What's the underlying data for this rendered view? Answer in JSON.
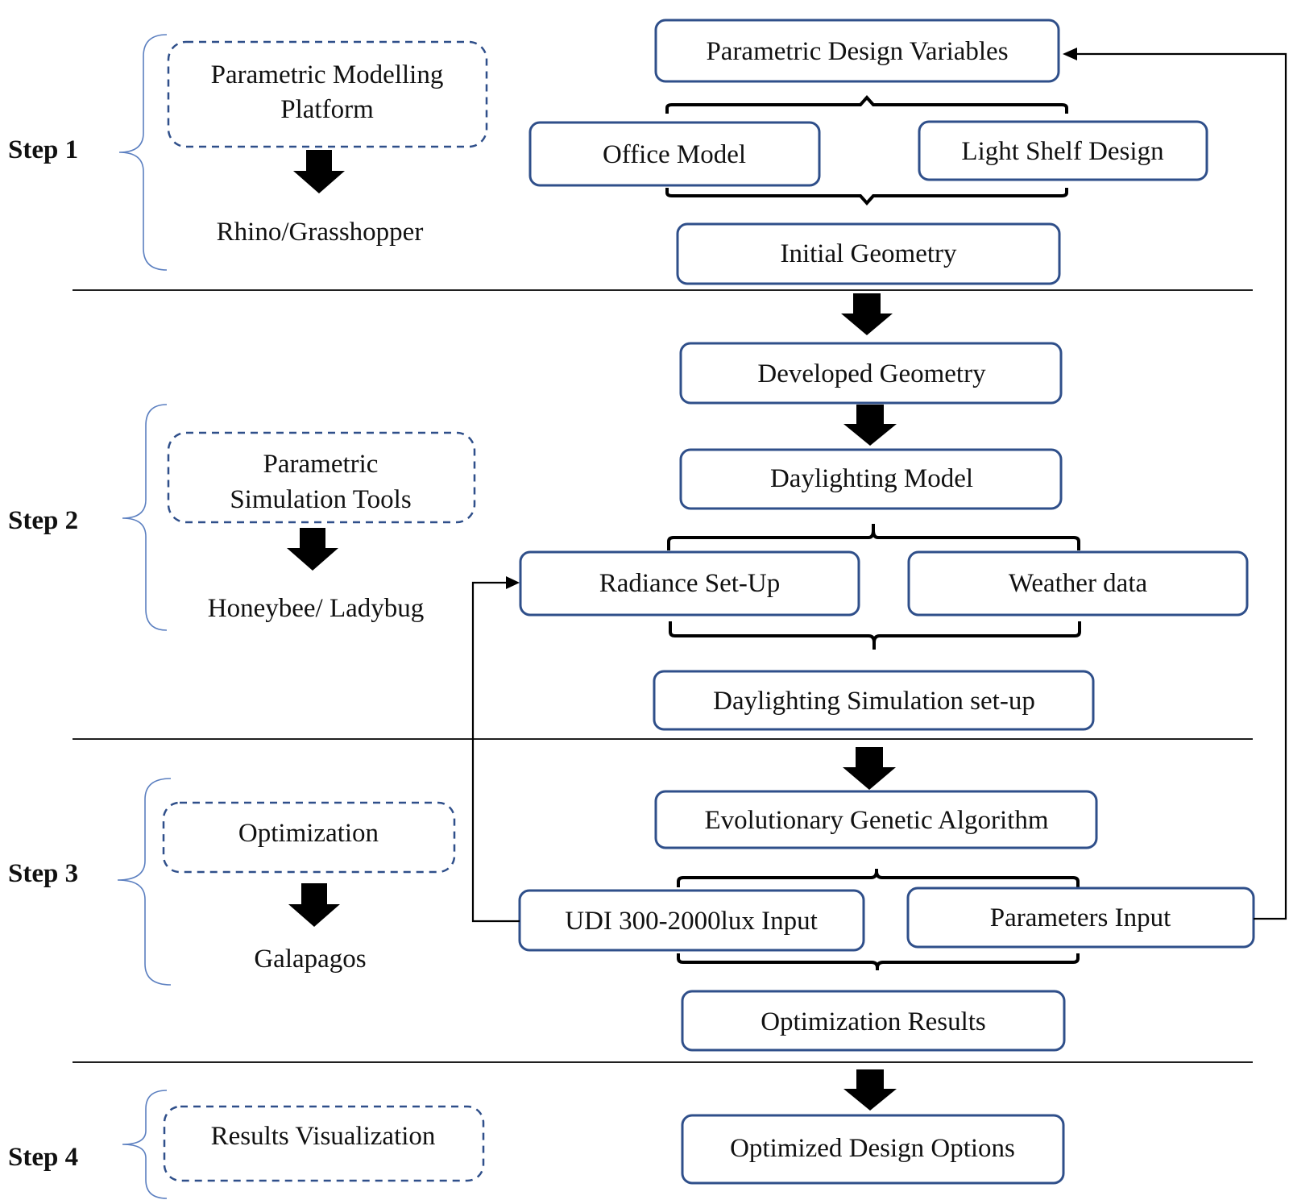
{
  "steps": {
    "step1": "Step 1",
    "step2": "Step 2",
    "step3": "Step 3",
    "step4": "Step 4"
  },
  "tools": {
    "modelling_platform": [
      "Parametric Modelling",
      "Platform"
    ],
    "modelling_software": "Rhino/Grasshopper",
    "simulation_tools": [
      "Parametric",
      "Simulation Tools"
    ],
    "simulation_software": "Honeybee/ Ladybug",
    "optimization": "Optimization",
    "optimization_software": "Galapagos",
    "results_visualization": "Results Visualization"
  },
  "flow": {
    "parametric_design_variables": "Parametric Design Variables",
    "office_model": "Office Model",
    "light_shelf_design": "Light Shelf Design",
    "initial_geometry": "Initial Geometry",
    "developed_geometry": "Developed Geometry",
    "daylighting_model": "Daylighting Model",
    "radiance_setup": "Radiance Set-Up",
    "weather_data": "Weather data",
    "daylighting_simulation_setup": "Daylighting Simulation set-up",
    "evolutionary_genetic_algorithm": "Evolutionary Genetic Algorithm",
    "udi_input": "UDI 300-2000lux Input",
    "parameters_input": "Parameters Input",
    "optimization_results": "Optimization Results",
    "optimized_design_options": "Optimized Design Options"
  },
  "colors": {
    "box_border": "#2f4f8a",
    "brace_blue": "#5b7fc0",
    "text": "#111111",
    "arrow": "#000000"
  }
}
